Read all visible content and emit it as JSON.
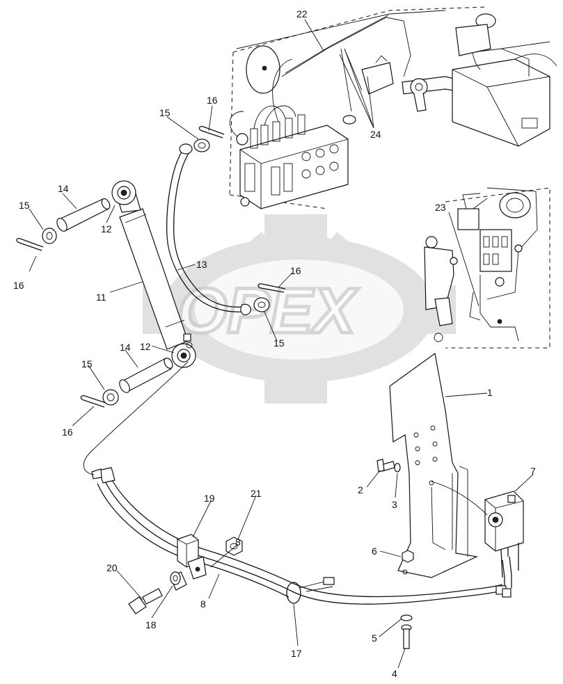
{
  "watermark": {
    "text": "OPEX",
    "color": "#c9c9c9"
  },
  "callouts": [
    {
      "id": "c22",
      "text": "22"
    },
    {
      "id": "c24",
      "text": "24"
    },
    {
      "id": "c16a",
      "text": "16"
    },
    {
      "id": "c15a",
      "text": "15"
    },
    {
      "id": "c14a",
      "text": "14"
    },
    {
      "id": "c15b",
      "text": "15"
    },
    {
      "id": "c12a",
      "text": "12"
    },
    {
      "id": "c16b",
      "text": "16"
    },
    {
      "id": "c13",
      "text": "13"
    },
    {
      "id": "c11",
      "text": "11"
    },
    {
      "id": "c16c",
      "text": "16"
    },
    {
      "id": "c15c",
      "text": "15"
    },
    {
      "id": "c14b",
      "text": "14"
    },
    {
      "id": "c12b",
      "text": "12"
    },
    {
      "id": "c15d",
      "text": "15"
    },
    {
      "id": "c16d",
      "text": "16"
    },
    {
      "id": "c23",
      "text": "23"
    },
    {
      "id": "c1",
      "text": "1"
    },
    {
      "id": "c2",
      "text": "2"
    },
    {
      "id": "c3",
      "text": "3"
    },
    {
      "id": "c7",
      "text": "7"
    },
    {
      "id": "c19",
      "text": "19"
    },
    {
      "id": "c21",
      "text": "21"
    },
    {
      "id": "c8a",
      "text": "8"
    },
    {
      "id": "c8b",
      "text": "8"
    },
    {
      "id": "c20",
      "text": "20"
    },
    {
      "id": "c18",
      "text": "18"
    },
    {
      "id": "c6",
      "text": "6"
    },
    {
      "id": "c17",
      "text": "17"
    },
    {
      "id": "c5",
      "text": "5"
    },
    {
      "id": "c4",
      "text": "4"
    }
  ]
}
